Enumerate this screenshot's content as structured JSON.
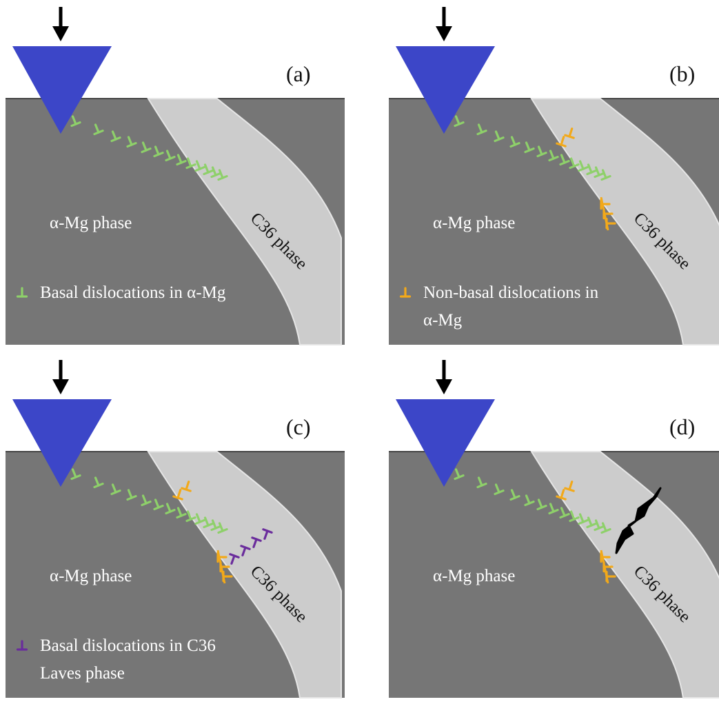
{
  "colors": {
    "matrix": "#767676",
    "c36_band": "#cccccc",
    "indenter": "#3c46c8",
    "basal_mg": "#8ed06a",
    "non_basal_mg": "#f2a91a",
    "basal_c36": "#6a2c9c",
    "crack": "#000000",
    "arrow": "#000000"
  },
  "icons": {
    "indenter": "inverted-triangle-indenter",
    "load": "down-arrow-icon",
    "dislocation": "perpendicular-dislocation-symbol",
    "crack": "zigzag-crack"
  },
  "panels": [
    {
      "id": "a",
      "label": "(a)",
      "matrix_label": "α-Mg phase",
      "c36_label": "C36 phase",
      "legend": {
        "color": "#8ed06a",
        "line1": "Basal dislocations in α-Mg",
        "line2": ""
      },
      "non_basal": false,
      "c36_disl": false,
      "crack": false
    },
    {
      "id": "b",
      "label": "(b)",
      "matrix_label": "α-Mg phase",
      "c36_label": "C36 phase",
      "legend": {
        "color": "#f2a91a",
        "line1": "Non-basal dislocations in",
        "line2": "α-Mg"
      },
      "non_basal": true,
      "c36_disl": false,
      "crack": false
    },
    {
      "id": "c",
      "label": "(c)",
      "matrix_label": "α-Mg phase",
      "c36_label": "C36 phase",
      "legend": {
        "color": "#6a2c9c",
        "line1": "Basal dislocations in C36",
        "line2": "Laves phase"
      },
      "non_basal": true,
      "c36_disl": true,
      "crack": false
    },
    {
      "id": "d",
      "label": "(d)",
      "matrix_label": "α-Mg phase",
      "c36_label": "C36 phase",
      "legend": null,
      "non_basal": true,
      "c36_disl": false,
      "crack": true
    }
  ]
}
